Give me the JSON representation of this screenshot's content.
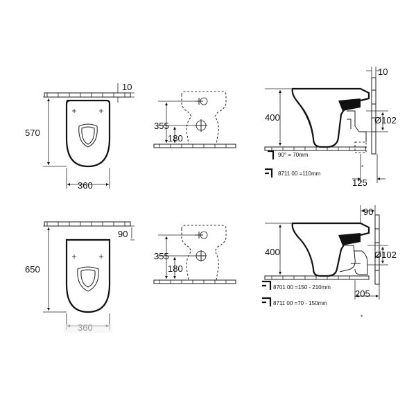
{
  "top_row": {
    "plan": {
      "depth": "570",
      "width": "360",
      "offset": "10"
    },
    "front": {
      "height": "355",
      "floor": "180"
    },
    "side": {
      "top_offset": "10",
      "height": "400",
      "pipe": "Ø102",
      "outlet_dist": "125",
      "note_90": "90°  =      70mm",
      "note_8711": "8711 00  =110mm",
      "asterisk": "*"
    }
  },
  "bottom_row": {
    "plan": {
      "depth": "650",
      "width": "360",
      "offset": "90"
    },
    "front": {
      "height": "355",
      "floor": "180"
    },
    "side": {
      "top_offset": "90",
      "height": "400",
      "pipe": "Ø102",
      "outlet_dist": "205",
      "note_8701": "8701 00 =150 - 210mm",
      "note_8711": "8711 00 =70 -  150mm",
      "asterisk": "*"
    }
  }
}
